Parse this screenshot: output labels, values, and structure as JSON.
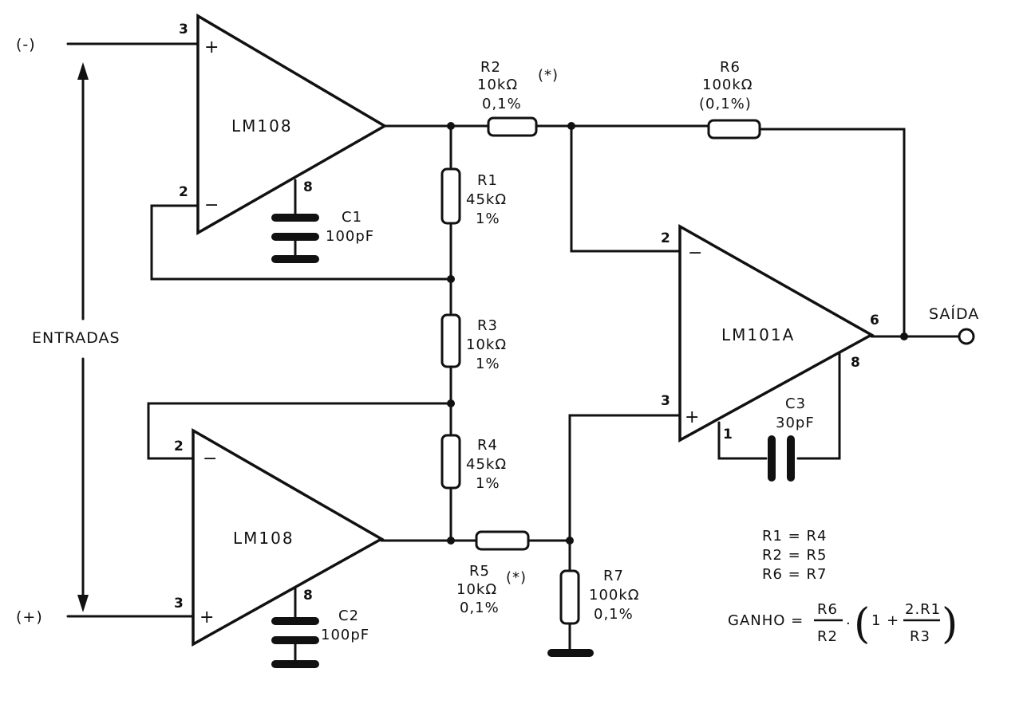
{
  "inputs": {
    "minus_label": "(-)",
    "plus_label": "(+)",
    "entradas_label": "ENTRADAS"
  },
  "opamps": {
    "u1": {
      "name": "LM108",
      "pin_plus": "3",
      "pin_minus": "2",
      "pin_comp": "8",
      "plus_sign": "+",
      "minus_sign": "−"
    },
    "u2": {
      "name": "LM108",
      "pin_plus": "3",
      "pin_minus": "2",
      "pin_comp": "8",
      "plus_sign": "+",
      "minus_sign": "−"
    },
    "u3": {
      "name": "LM101A",
      "pin_plus": "3",
      "pin_minus": "2",
      "pin_comp": "8",
      "pin_comp1": "1",
      "pin_out": "6",
      "plus_sign": "+",
      "minus_sign": "−"
    }
  },
  "capacitors": {
    "c1": {
      "name": "C1",
      "value": "100pF"
    },
    "c2": {
      "name": "C2",
      "value": "100pF"
    },
    "c3": {
      "name": "C3",
      "value": "30pF"
    }
  },
  "resistors": {
    "r1": {
      "name": "R1",
      "value": "45kΩ",
      "tol": "1%"
    },
    "r2": {
      "name": "R2",
      "value": "10kΩ",
      "tol": "0,1%",
      "mark": "(*)"
    },
    "r3": {
      "name": "R3",
      "value": "10kΩ",
      "tol": "1%"
    },
    "r4": {
      "name": "R4",
      "value": "45kΩ",
      "tol": "1%"
    },
    "r5": {
      "name": "R5",
      "value": "10kΩ",
      "tol": "0,1%",
      "mark": "(*)"
    },
    "r6": {
      "name": "R6",
      "value": "100kΩ",
      "tol": "(0,1%)"
    },
    "r7": {
      "name": "R7",
      "value": "100kΩ",
      "tol": "0,1%"
    }
  },
  "output": {
    "label": "SAÍDA"
  },
  "equalities": [
    "R1 = R4",
    "R2 = R5",
    "R6 = R7"
  ],
  "gain": {
    "label": "GANHO =",
    "frac1_num": "R6",
    "frac1_den": "R2",
    "dot": "·",
    "open_paren": "(",
    "one_plus": "1 +",
    "frac2_num": "2.R1",
    "frac2_den": "R3",
    "close_paren": ")"
  }
}
